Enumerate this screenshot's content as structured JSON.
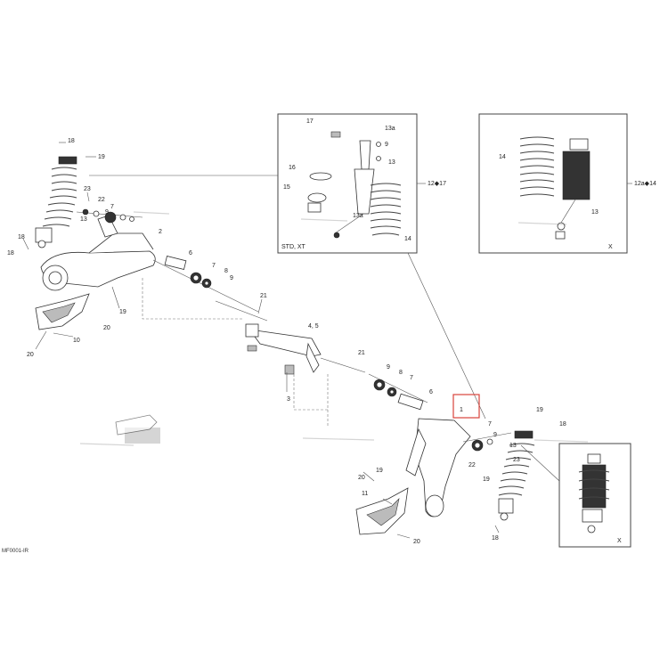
{
  "callouts": {
    "c1": "1",
    "c3": "3",
    "c45": "4, 5",
    "c6": "6",
    "c7": "7",
    "c8": "8",
    "c9": "9",
    "c10": "10",
    "c11": "11",
    "c12a": "12a",
    "c13": "13",
    "c13a": "13a",
    "c14": "14",
    "c15": "15",
    "c16": "16",
    "c17": "17",
    "c18": "18",
    "c19": "19",
    "c20": "20",
    "c21": "21",
    "c22": "22",
    "c23": "23",
    "c12_17": "12◆17",
    "c12a_14": "12a◆14"
  },
  "insets": {
    "left_caption": "STD, XT",
    "middle_caption": "X",
    "bottom_caption": "X"
  },
  "footer_code": "MF0001-IR",
  "colors": {
    "highlight": "#d9433b",
    "line": "#444444"
  }
}
